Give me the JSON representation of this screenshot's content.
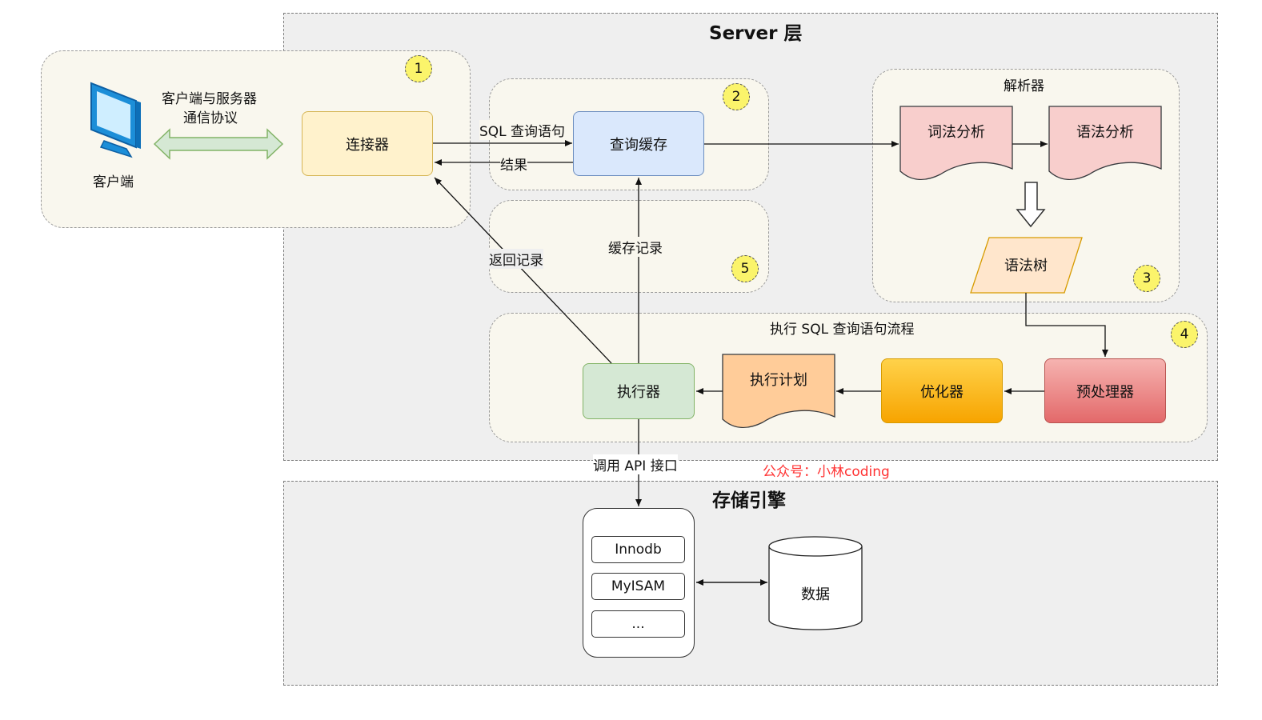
{
  "server_layer": {
    "title": "Server 层"
  },
  "storage_layer": {
    "title": "存储引擎"
  },
  "client": {
    "label": "客户端",
    "protocol_line1": "客户端与服务器",
    "protocol_line2": "通信协议"
  },
  "nodes": {
    "connector": "连接器",
    "query_cache": "查询缓存",
    "parser_group": "解析器",
    "lexical": "词法分析",
    "syntax": "语法分析",
    "syntax_tree": "语法树",
    "exec_group": "执行 SQL 查询语句流程",
    "executor": "执行器",
    "plan": "执行计划",
    "optimizer": "优化器",
    "preprocessor": "预处理器",
    "data": "数据"
  },
  "edges": {
    "sql_query": "SQL 查询语句",
    "result": "结果",
    "return_records": "返回记录",
    "cache_records": "缓存记录",
    "call_api": "调用 API 接口"
  },
  "engines": [
    "Innodb",
    "MyISAM",
    "..."
  ],
  "badges": [
    "1",
    "2",
    "3",
    "4",
    "5"
  ],
  "watermark": "公众号：小林coding",
  "colors": {
    "connector_fill": "#fff2cc",
    "connector_stroke": "#d6b656",
    "cache_fill": "#dae8fc",
    "cache_stroke": "#6c8ebf",
    "doc_pink_fill": "#f8cecc",
    "doc_pink_stroke": "#b85450",
    "tree_fill": "#ffe6cc",
    "tree_stroke": "#d79b00",
    "executor_fill": "#d5e8d4",
    "executor_stroke": "#82b366",
    "plan_fill": "#ffcc99",
    "plan_stroke": "#36393d",
    "optimizer_fill": "#ffcd28",
    "optimizer_stroke": "#d79b00",
    "preproc_fill": "#f19c99",
    "preproc_stroke": "#b85450",
    "watermark": "#ff3333"
  }
}
